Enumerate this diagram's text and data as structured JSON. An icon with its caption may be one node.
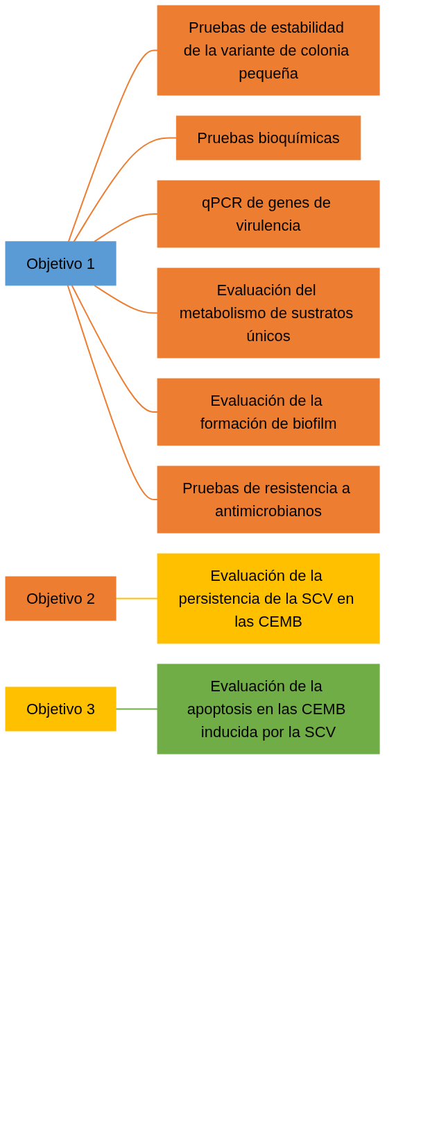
{
  "diagram": {
    "nodes": [
      {
        "text": [
          "Objetivo 1"
        ]
      },
      {
        "text": [
          "Pruebas de estabilidad de la variante de colonia pequeña"
        ]
      },
      {
        "text": [
          "Pruebas bioquímicas"
        ]
      },
      {
        "text": [
          "qPCR de genes de virulencia"
        ]
      },
      {
        "text": [
          "Evaluación del metabolismo de sustratos únicos"
        ]
      },
      {
        "text": [
          "Evaluación de la formación de biofilm"
        ]
      },
      {
        "text": [
          "Pruebas de resistencia a antimicrobianos"
        ]
      },
      {
        "text": [
          "Objetivo 2"
        ]
      },
      {
        "text": [
          "Evaluación de la persistencia de la SCV en las CEMB"
        ]
      },
      {
        "text": [
          "Objetivo 3"
        ]
      },
      {
        "text": [
          "Evaluación de la apoptosis en las CEMB inducida por la SCV"
        ]
      }
    ],
    "edges": [
      {
        "from": 0,
        "to": 1,
        "arrow": "none"
      },
      {
        "from": 0,
        "to": 2,
        "arrow": "none"
      },
      {
        "from": 0,
        "to": 3,
        "arrow": "none"
      },
      {
        "from": 0,
        "to": 4,
        "arrow": "none"
      },
      {
        "from": 0,
        "to": 5,
        "arrow": "none"
      },
      {
        "from": 0,
        "to": 6,
        "arrow": "none"
      },
      {
        "from": 7,
        "to": 8,
        "arrow": "none",
        "color": "#ffc000"
      },
      {
        "from": 9,
        "to": 10,
        "arrow": "none",
        "color": "#70ad47"
      }
    ]
  }
}
